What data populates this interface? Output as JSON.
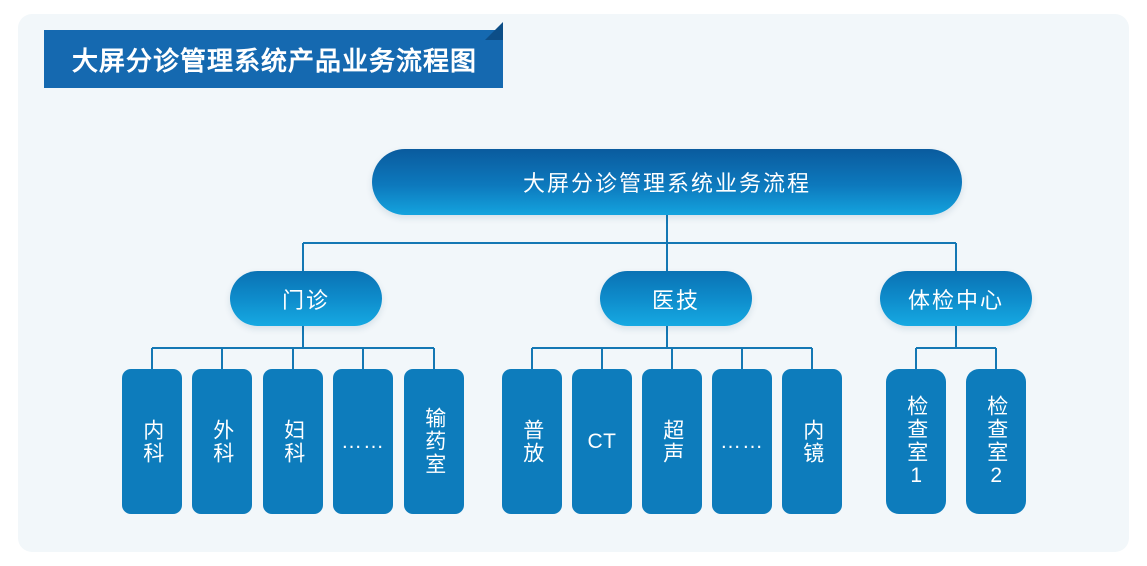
{
  "banner": {
    "title": "大屏分诊管理系统产品业务流程图"
  },
  "colors": {
    "page_background": "#ffffff",
    "card_background": "#f2f7fa",
    "banner_blue": "#1569b0",
    "banner_fold": "#0d4e87",
    "root_gradient_top": "#0a5b9e",
    "root_gradient_bottom": "#14a3de",
    "branch_gradient_top": "#0a72b4",
    "branch_gradient_bottom": "#16a9e2",
    "leaf_blue": "#0d7cbc",
    "connector_line": "#1478b4",
    "node_text": "#ffffff"
  },
  "chart_data": {
    "type": "diagram",
    "diagram_kind": "org-chart",
    "title": "大屏分诊管理系统业务流程",
    "root": {
      "label": "大屏分诊管理系统业务流程"
    },
    "branches": [
      {
        "label": "门诊",
        "children": [
          {
            "label": "内科",
            "orientation": "vertical"
          },
          {
            "label": "外科",
            "orientation": "vertical"
          },
          {
            "label": "妇科",
            "orientation": "vertical"
          },
          {
            "label": "……",
            "orientation": "horizontal"
          },
          {
            "label": "输药室",
            "orientation": "vertical"
          }
        ]
      },
      {
        "label": "医技",
        "children": [
          {
            "label": "普放",
            "orientation": "vertical"
          },
          {
            "label": "CT",
            "orientation": "horizontal"
          },
          {
            "label": "超声",
            "orientation": "vertical"
          },
          {
            "label": "……",
            "orientation": "horizontal"
          },
          {
            "label": "内镜",
            "orientation": "vertical"
          }
        ]
      },
      {
        "label": "体检中心",
        "children": [
          {
            "label": "检查室1",
            "orientation": "vertical"
          },
          {
            "label": "检查室2",
            "orientation": "vertical"
          }
        ]
      }
    ]
  }
}
